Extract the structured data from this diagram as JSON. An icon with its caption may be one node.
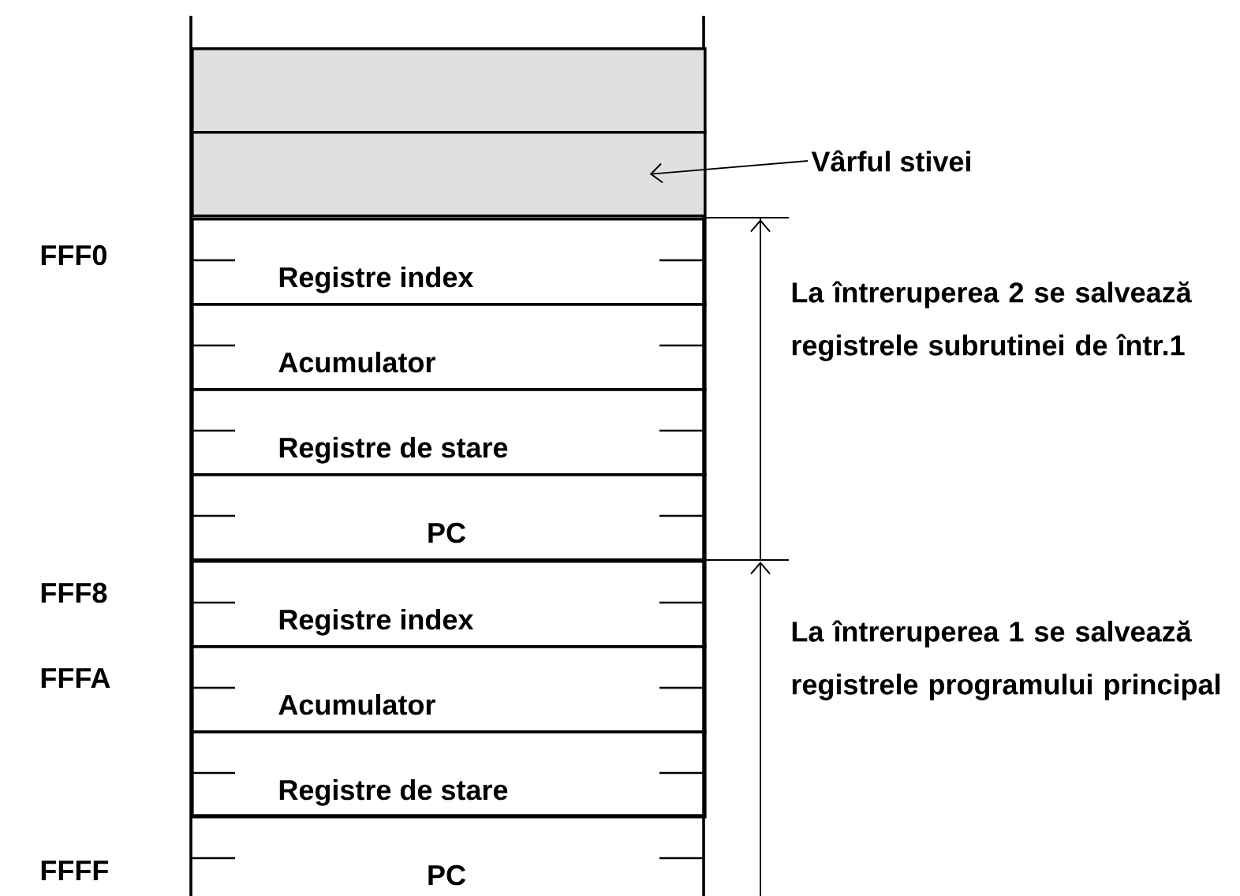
{
  "diagram": {
    "nodes": [
      {
        "text": [],
        "shape": "box"
      },
      {
        "text": [],
        "shape": "box"
      },
      {
        "text": [
          "Registre index"
        ]
      },
      {
        "text": [
          "Acumulator"
        ]
      },
      {
        "text": [
          "Registre de stare"
        ]
      },
      {
        "text": [
          "PC"
        ]
      },
      {
        "text": [
          "Registre index"
        ]
      },
      {
        "text": [
          "Acumulator"
        ]
      },
      {
        "text": [
          "Registre de stare"
        ]
      },
      {
        "text": [
          "PC"
        ]
      },
      {
        "text": [
          "Vârful stivei"
        ]
      }
    ],
    "edges": [
      {
        "from": 10,
        "to": 1,
        "arrow": "to"
      }
    ],
    "labels": [
      "FFF0",
      "La întreruperea 2 se salvează registrele subrutinei de într.1",
      "FFF8",
      "FFFA",
      "La întreruperea 1 se salvează registrele programului principal",
      "FFFF"
    ]
  }
}
